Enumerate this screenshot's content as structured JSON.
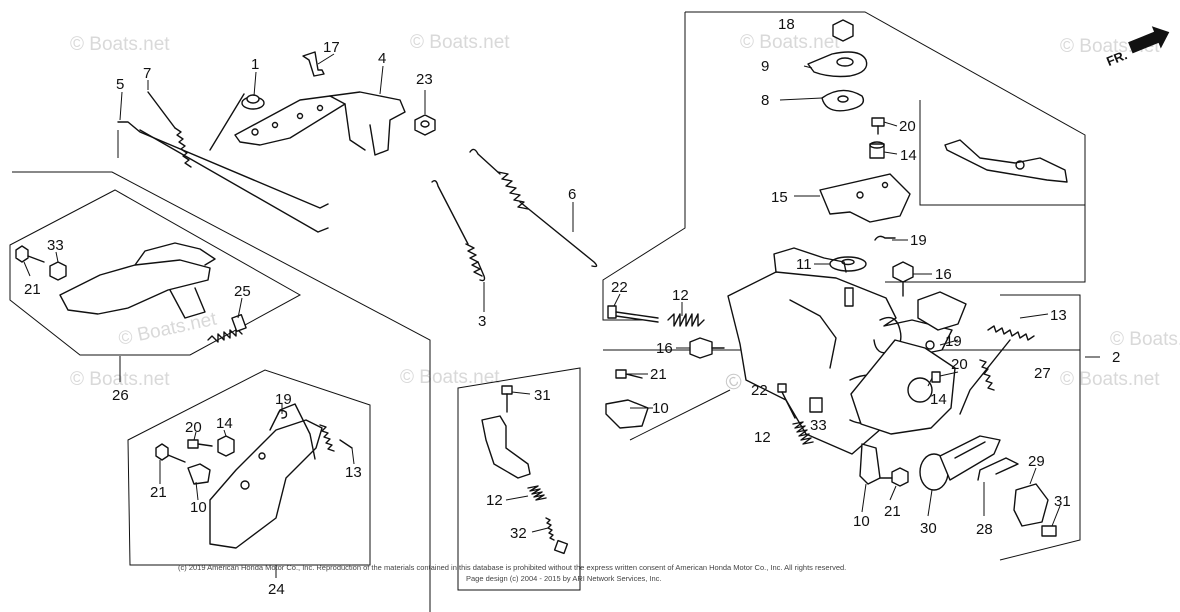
{
  "watermark": "© Boats.net",
  "orientation_label": "FR.",
  "copyright_lines": [
    "(c) 2019 American Honda Motor Co., Inc. Reproduction of the materials contained in this database is prohibited without the express written consent of American Honda Motor Co., Inc. All rights reserved.",
    "Page design (c) 2004 - 2015 by ARI Network Services, Inc."
  ],
  "part_numbers": [
    "1",
    "2",
    "3",
    "4",
    "5",
    "6",
    "7",
    "8",
    "9",
    "10",
    "11",
    "12",
    "13",
    "14",
    "15",
    "16",
    "17",
    "18",
    "19",
    "20",
    "21",
    "22",
    "23",
    "24",
    "25",
    "26",
    "27",
    "28",
    "29",
    "30",
    "31",
    "32",
    "33"
  ]
}
